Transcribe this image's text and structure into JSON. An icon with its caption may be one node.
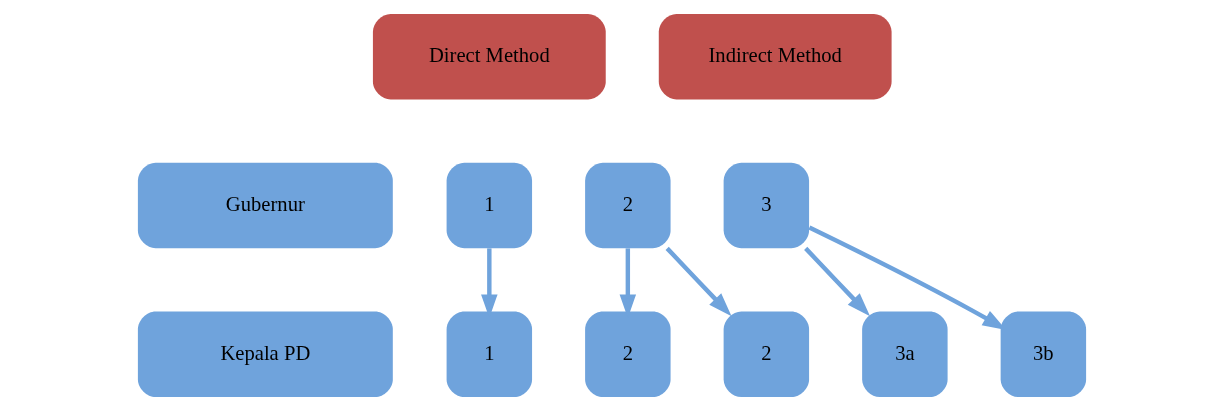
{
  "diagram": {
    "nodes": [
      {
        "text": [
          "Direct Method"
        ]
      },
      {
        "text": [
          "Indirect Method"
        ]
      },
      {
        "text": [
          "Gubernur"
        ]
      },
      {
        "text": [
          "1"
        ]
      },
      {
        "text": [
          "2"
        ]
      },
      {
        "text": [
          "3"
        ]
      },
      {
        "text": [
          "Kepala PD"
        ]
      },
      {
        "text": [
          "1"
        ]
      },
      {
        "text": [
          "2"
        ]
      },
      {
        "text": [
          "2"
        ]
      },
      {
        "text": [
          "3a"
        ]
      },
      {
        "text": [
          "3b"
        ]
      }
    ],
    "edges": [
      {
        "from": 3,
        "to": 7,
        "arrow": "to"
      },
      {
        "from": 4,
        "to": 8,
        "arrow": "to"
      },
      {
        "from": 4,
        "to": 9,
        "arrow": "to"
      },
      {
        "from": 5,
        "to": 10,
        "arrow": "to"
      },
      {
        "from": 5,
        "to": 11,
        "arrow": "to"
      }
    ]
  }
}
